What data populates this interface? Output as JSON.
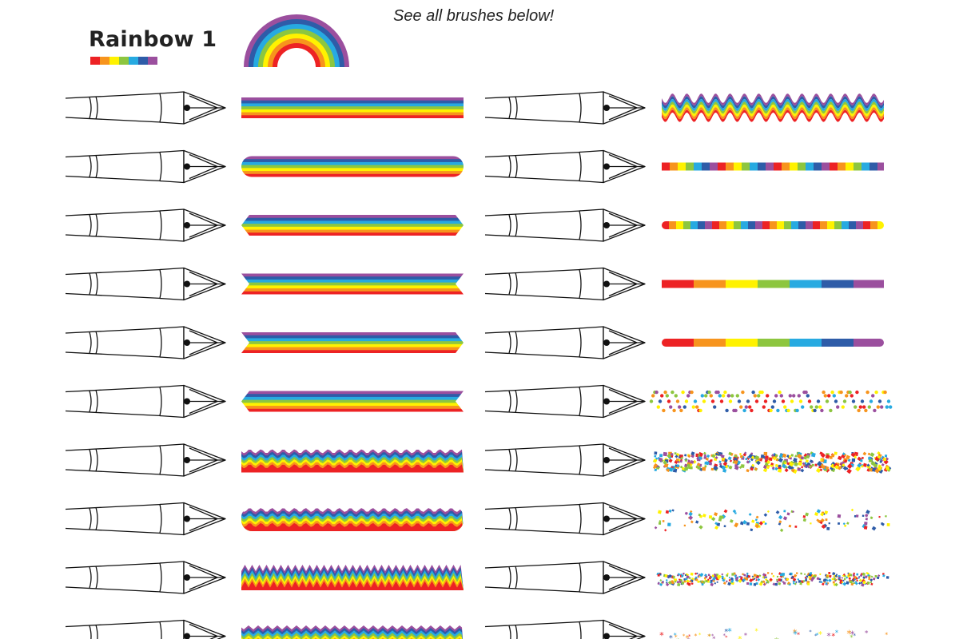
{
  "title": "Rainbow 1",
  "note": "See all brushes below!",
  "palette": [
    "#ed2224",
    "#f7941d",
    "#fff200",
    "#8dc63f",
    "#27aae1",
    "#2e5ca8",
    "#9b4f9e"
  ],
  "left_column": [
    {
      "icon": "pen-nib-icon",
      "brush": "stripe-square"
    },
    {
      "icon": "pen-nib-icon",
      "brush": "stripe-rounded"
    },
    {
      "icon": "pen-nib-icon",
      "brush": "stripe-arrow"
    },
    {
      "icon": "pen-nib-icon",
      "brush": "stripe-notched"
    },
    {
      "icon": "pen-nib-icon",
      "brush": "stripe-chevron"
    },
    {
      "icon": "pen-nib-icon",
      "brush": "stripe-slant"
    },
    {
      "icon": "pen-nib-icon",
      "brush": "stripe-wavy"
    },
    {
      "icon": "pen-nib-icon",
      "brush": "stripe-wavy-rounded"
    },
    {
      "icon": "pen-nib-icon",
      "brush": "stripe-zigzag"
    },
    {
      "icon": "pen-nib-icon",
      "brush": "stripe-scallop"
    }
  ],
  "right_column": [
    {
      "icon": "pen-nib-icon",
      "brush": "wave-ribbon"
    },
    {
      "icon": "pen-nib-icon",
      "brush": "segment-small"
    },
    {
      "icon": "pen-nib-icon",
      "brush": "segment-small-rounded"
    },
    {
      "icon": "pen-nib-icon",
      "brush": "segment-large"
    },
    {
      "icon": "pen-nib-icon",
      "brush": "segment-large-rounded"
    },
    {
      "icon": "pen-nib-icon",
      "brush": "dots-zigzag"
    },
    {
      "icon": "pen-nib-icon",
      "brush": "confetti-dense"
    },
    {
      "icon": "pen-nib-icon",
      "brush": "confetti-sparse"
    },
    {
      "icon": "pen-nib-icon",
      "brush": "confetti-fine"
    },
    {
      "icon": "pen-nib-icon",
      "brush": "stars-scatter"
    }
  ]
}
